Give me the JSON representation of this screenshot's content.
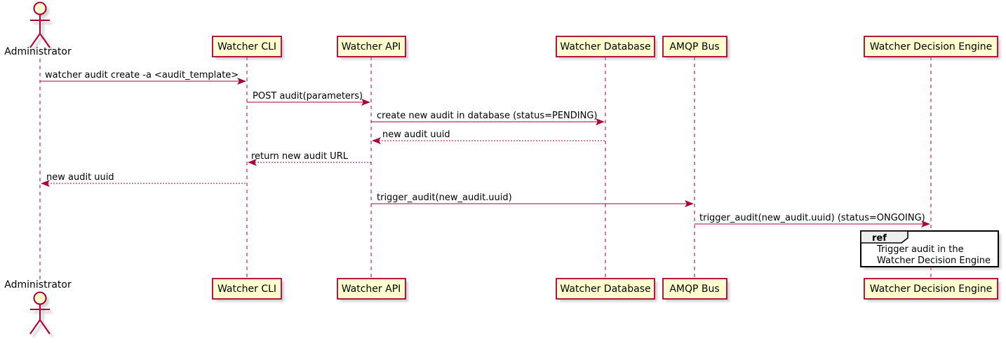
{
  "diagram_type": "uml-sequence",
  "colors": {
    "line_stroke": "#A80036",
    "participant_fill": "#FEFECE",
    "text": "#000000",
    "ref_border": "#000000",
    "ref_fill": "#FFFFFF",
    "ref_header_fill": "#EEEEEE",
    "shadow": "#9A9A9A",
    "background": "#FFFFFF"
  },
  "actor": {
    "name": "Administrator"
  },
  "participants": [
    {
      "label": "Watcher CLI"
    },
    {
      "label": "Watcher API"
    },
    {
      "label": "Watcher Database"
    },
    {
      "label": "AMQP Bus"
    },
    {
      "label": "Watcher Decision Engine"
    }
  ],
  "messages": [
    {
      "from": "Administrator",
      "to": "Watcher CLI",
      "label": "watcher audit create -a <audit_template>",
      "line": "solid"
    },
    {
      "from": "Watcher CLI",
      "to": "Watcher API",
      "label": "POST audit(parameters)",
      "line": "solid"
    },
    {
      "from": "Watcher API",
      "to": "Watcher Database",
      "label": "create new audit in database (status=PENDING)",
      "line": "solid"
    },
    {
      "from": "Watcher Database",
      "to": "Watcher API",
      "label": "new audit uuid",
      "line": "dashed"
    },
    {
      "from": "Watcher API",
      "to": "Watcher CLI",
      "label": "return new audit URL",
      "line": "dashed"
    },
    {
      "from": "Watcher CLI",
      "to": "Administrator",
      "label": "new audit uuid",
      "line": "dashed"
    },
    {
      "from": "Watcher API",
      "to": "AMQP Bus",
      "label": "trigger_audit(new_audit.uuid)",
      "line": "solid"
    },
    {
      "from": "AMQP Bus",
      "to": "Watcher Decision Engine",
      "label": "trigger_audit(new_audit.uuid) (status=ONGOING)",
      "line": "solid"
    }
  ],
  "ref": {
    "keyword": "ref",
    "line1": "Trigger audit in the",
    "line2": "Watcher Decision Engine",
    "over": "Watcher Decision Engine"
  }
}
